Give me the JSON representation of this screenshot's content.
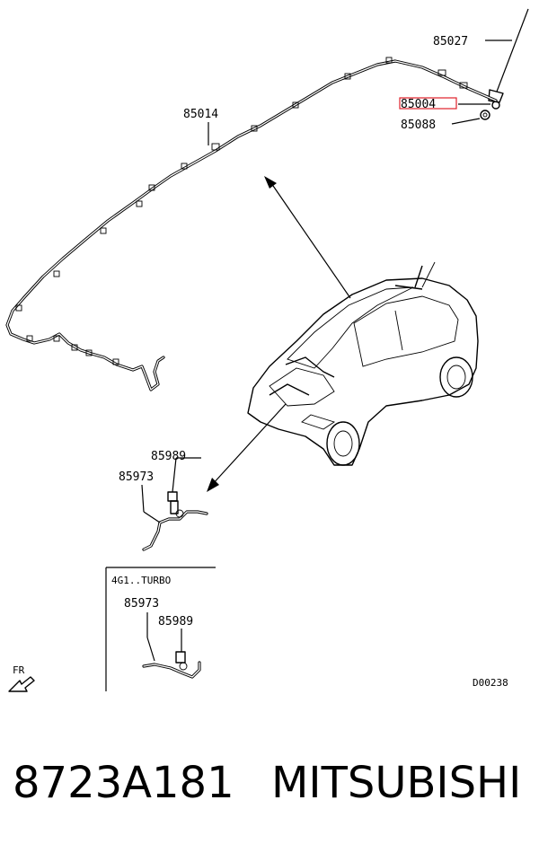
{
  "diagram": {
    "labels": {
      "p85027": "85027",
      "p85004": "85004",
      "p85088": "85088",
      "p85014": "85014",
      "p85989a": "85989",
      "p85973a": "85973",
      "p85973b": "85973",
      "p85989b": "85989"
    },
    "inset_title": "4G1..TURBO",
    "front_marker": "FR",
    "drawing_code": "D00238",
    "highlight_color": "#e0202a"
  },
  "caption": {
    "part_number": "8723A181",
    "brand": "MITSUBISHI"
  }
}
